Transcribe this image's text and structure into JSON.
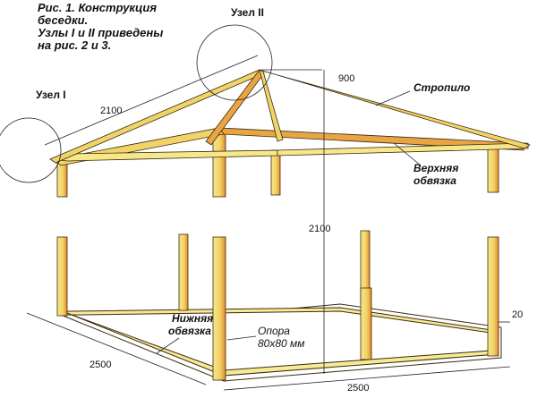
{
  "caption": {
    "line1": "Рис. 1. Конструкция",
    "line2": "беседки.",
    "line3": "Узлы I и II приведены",
    "line4": "на рис. 2 и 3."
  },
  "labels": {
    "node1": "Узел I",
    "node2": "Узел II",
    "rafter": "Стропило",
    "top_binding_1": "Верхняя",
    "top_binding_2": "обвязка",
    "bottom_binding_1": "Нижняя",
    "bottom_binding_2": "обвязка",
    "post_1": "Опора",
    "post_2": "80x80 мм"
  },
  "dimensions": {
    "rafter_length": "2100",
    "roof_height": "900",
    "post_height": "2100",
    "width_left": "2500",
    "width_bottom": "2500",
    "offset": "20"
  },
  "colors": {
    "wood_light": "#f3e27a",
    "wood_dark": "#e8892a",
    "outline": "#3a2a10"
  }
}
